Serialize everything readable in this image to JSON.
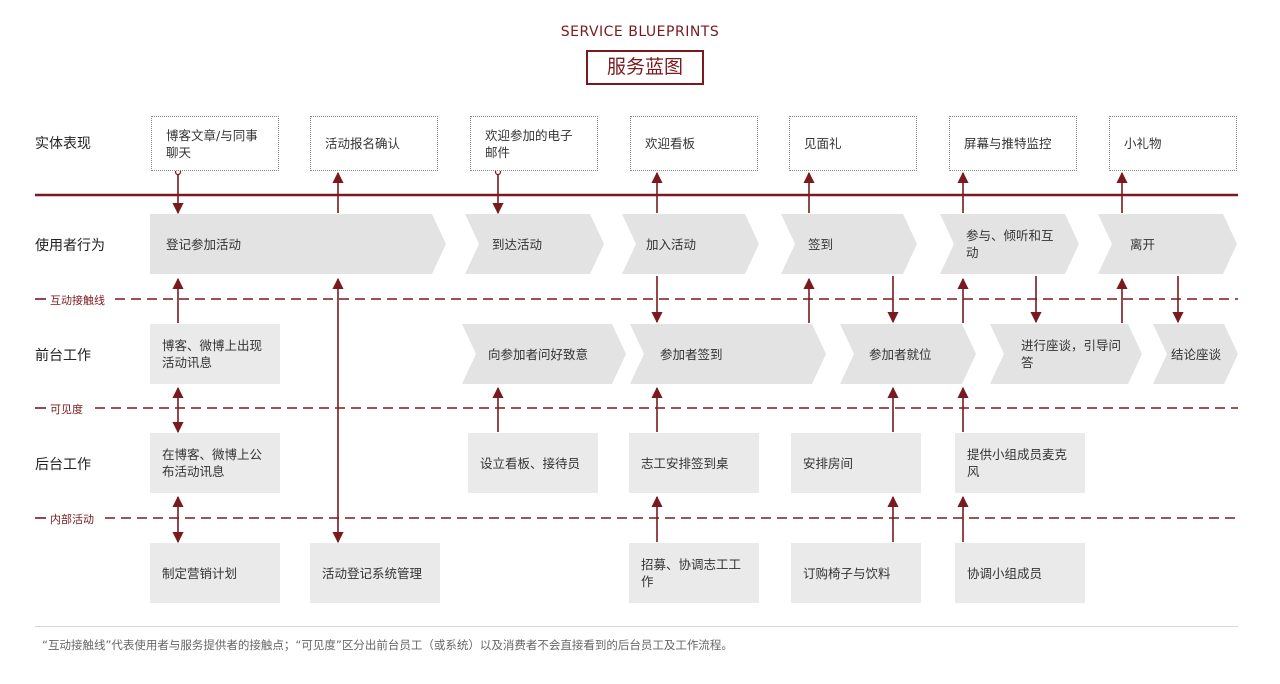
{
  "header": {
    "subtitle": "SERVICE BLUEPRINTS",
    "title": "服务蓝图"
  },
  "rows": {
    "physical": "实体表现",
    "user": "使用者行为",
    "front": "前台工作",
    "back": "后台工作"
  },
  "lines": {
    "interaction": "互动接触线",
    "visibility": "可见度",
    "internal": "内部活动"
  },
  "physical": [
    "博客文章/与同事聊天",
    "活动报名确认",
    "欢迎参加的电子邮件",
    "欢迎看板",
    "见面礼",
    "屏幕与推特监控",
    "小礼物"
  ],
  "user_actions": [
    "登记参加活动",
    "到达活动",
    "加入活动",
    "签到",
    "参与、倾听和互动",
    "离开"
  ],
  "front_stage": [
    "博客、微博上出现活动讯息",
    "向参加者问好致意",
    "参加者签到",
    "参加者就位",
    "进行座谈，引导问答",
    "结论座谈"
  ],
  "back_stage": [
    "在博客、微博上公布活动讯息",
    "设立看板、接待员",
    "志工安排签到桌",
    "安排房间",
    "提供小组成员麦克风"
  ],
  "support": [
    "制定营销计划",
    "活动登记系统管理",
    "招募、协调志工工作",
    "订购椅子与饮料",
    "协调小组成员"
  ],
  "footer": "“互动接触线”代表使用者与服务提供者的接触点；“可见度”区分出前台员工（或系统）以及消费者不会直接看到的后台员工及工作流程。",
  "colors": {
    "accent": "#7a1a1f",
    "box_fill": "#eaeaea",
    "chevron_fill": "#e3e3e3"
  }
}
